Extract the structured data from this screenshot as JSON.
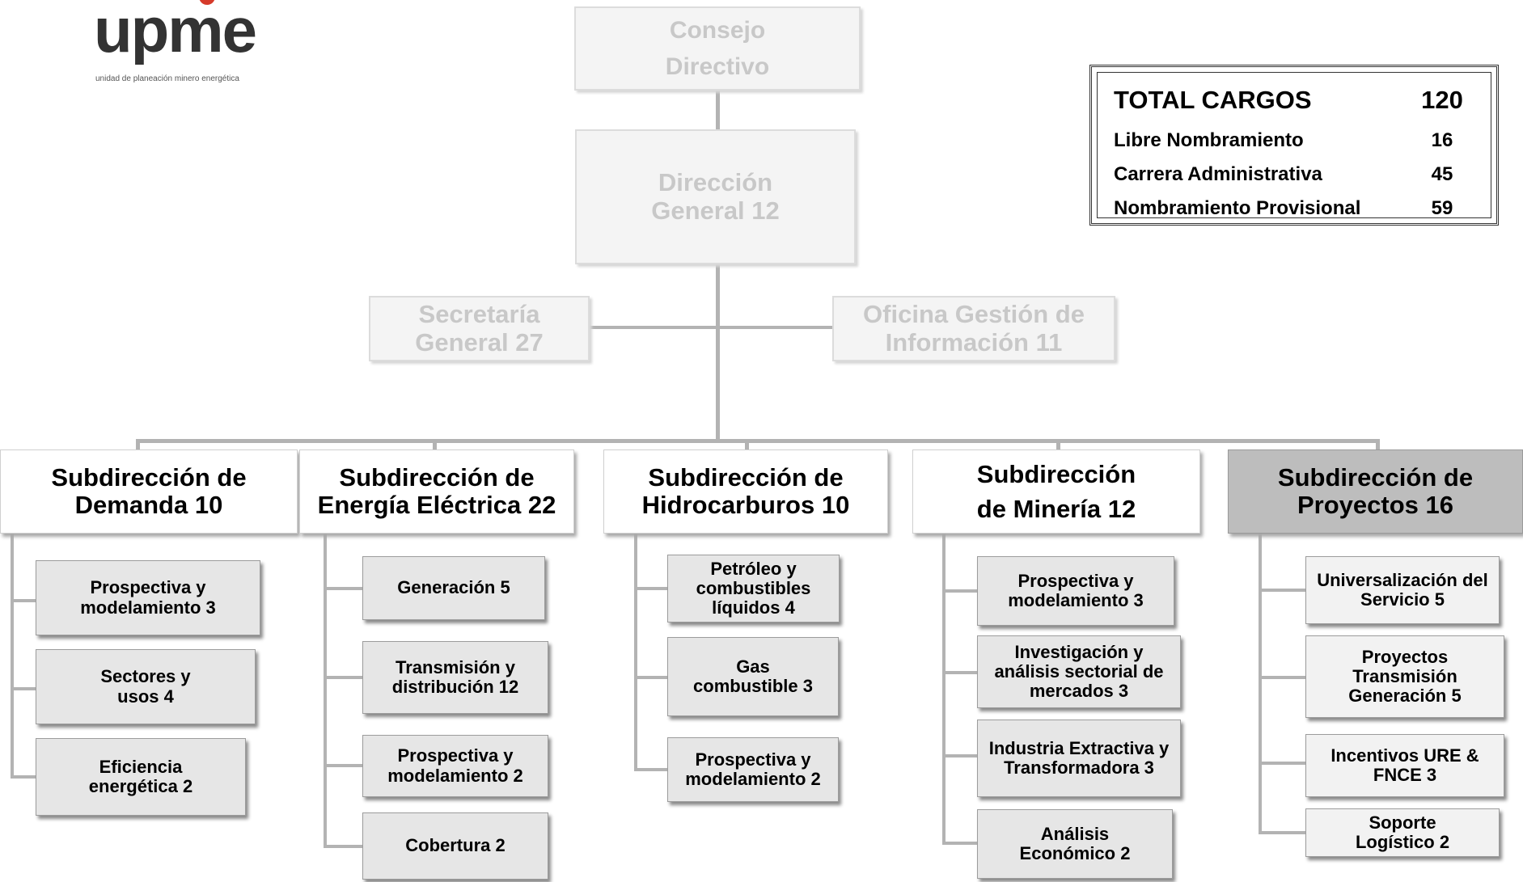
{
  "logo": {
    "word": "upme",
    "tagline": "unidad de planeación minero energética"
  },
  "totals": {
    "title_label": "TOTAL CARGOS",
    "title_value": "120",
    "rows": [
      {
        "label": "Libre Nombramiento",
        "value": "16"
      },
      {
        "label": "Carrera Administrativa",
        "value": "45"
      },
      {
        "label": "Nombramiento Provisional",
        "value": "59"
      }
    ]
  },
  "top": {
    "consejo": "Consejo\nDirectivo",
    "direccion": "Dirección\nGeneral 12",
    "secretaria": "Secretaría\nGeneral 27",
    "oficina": "Oficina Gestión de\nInformación 11"
  },
  "subdirecciones": [
    {
      "title": "Subdirección de\nDemanda 10",
      "children": [
        "Prospectiva y\nmodelamiento 3",
        "Sectores y\nusos 4",
        "Eficiencia\nenergética 2"
      ]
    },
    {
      "title": "Subdirección de\nEnergía Eléctrica 22",
      "children": [
        "Generación 5",
        "Transmisión y\ndistribución 12",
        "Prospectiva y\nmodelamiento 2",
        "Cobertura 2"
      ]
    },
    {
      "title": "Subdirección de\nHidrocarburos 10",
      "children": [
        "Petróleo y\ncombustibles\nlíquidos  4",
        "Gas\ncombustible 3",
        "Prospectiva y\nmodelamiento 2"
      ]
    },
    {
      "title": "Subdirección\nde Minería 12",
      "children": [
        "Prospectiva y\nmodelamiento 3",
        "Investigación y\nanálisis sectorial de\nmercados 3",
        "Industria Extractiva y\nTransformadora 3",
        "Análisis\nEconómico 2"
      ]
    },
    {
      "title": "Subdirección de\nProyectos 16",
      "children": [
        "Universalización del\nServicio 5",
        "Proyectos\nTransmisión\nGeneración 5",
        "Incentivos URE &\nFNCE 3",
        "Soporte\nLogístico 2"
      ]
    }
  ]
}
